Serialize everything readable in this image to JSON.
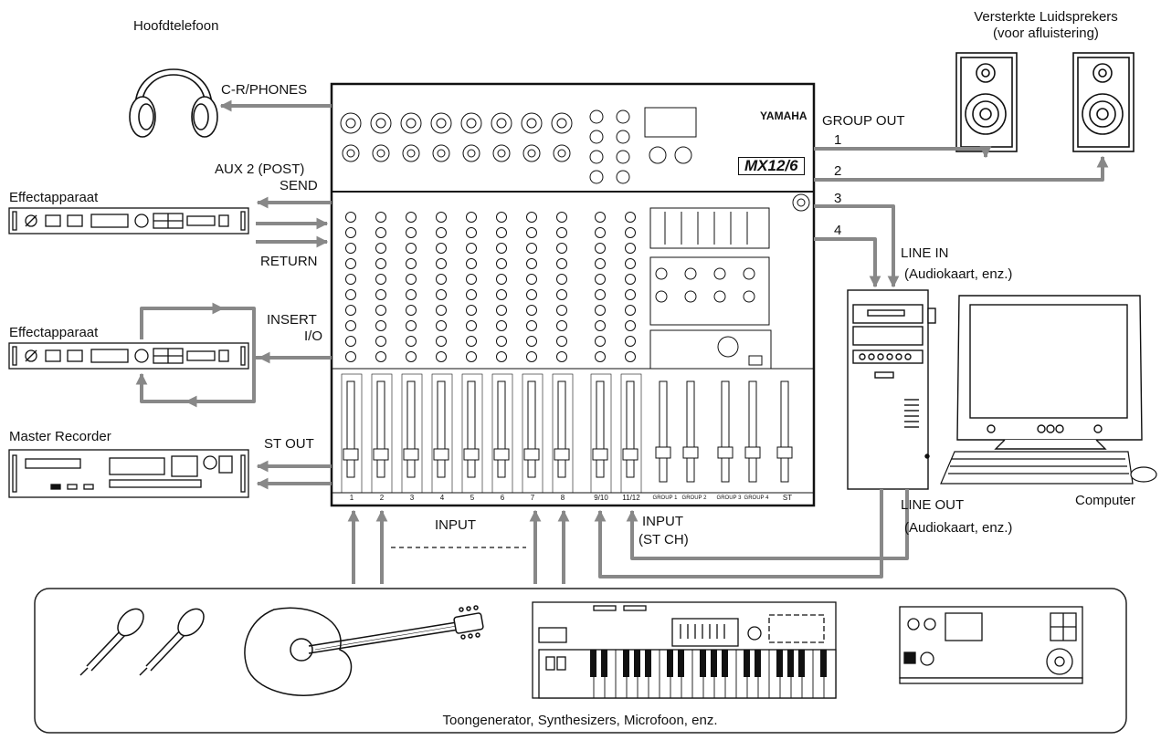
{
  "labels": {
    "headphones": "Hoofdtelefoon",
    "monitors_line1": "Versterkte Luidsprekers",
    "monitors_line2": "(voor afluistering)",
    "cr_phones": "C-R/PHONES",
    "group_out": "GROUP OUT",
    "group_out_1": "1",
    "group_out_2": "2",
    "group_out_3": "3",
    "group_out_4": "4",
    "aux2_post": "AUX 2 (POST)",
    "send": "SEND",
    "effect_unit_1": "Effectapparaat",
    "return": "RETURN",
    "effect_unit_2": "Effectapparaat",
    "insert": "INSERT",
    "io": "I/O",
    "master_recorder": "Master Recorder",
    "st_out": "ST OUT",
    "line_in": "LINE IN",
    "line_in_sub": "(Audiokaart, enz.)",
    "line_out": "LINE OUT",
    "line_out_sub": "(Audiokaart, enz.)",
    "computer": "Computer",
    "input": "INPUT",
    "input_st_ch": "INPUT",
    "input_st_ch_sub": "(ST CH)",
    "sources": "Toongenerator, Synthesizers, Microfoon, enz."
  },
  "mixer": {
    "brand": "YAMAHA",
    "model": "MX12/6",
    "channel_numbers": [
      "1",
      "2",
      "3",
      "4",
      "5",
      "6",
      "7",
      "8",
      "9/10",
      "11/12"
    ],
    "group_labels": [
      "GROUP 1",
      "GROUP 2",
      "GROUP 3",
      "GROUP 4"
    ],
    "st_label": "ST"
  },
  "colors": {
    "arrow": "#888888",
    "line": "#111111",
    "panel": "#ffffff"
  }
}
